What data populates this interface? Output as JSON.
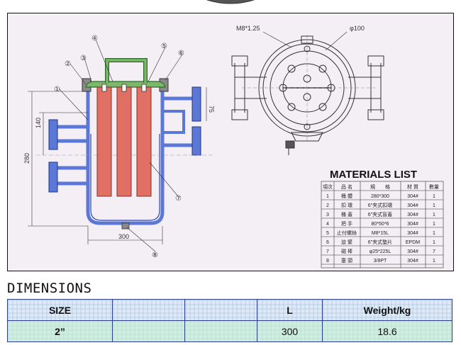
{
  "drawing": {
    "callouts": [
      "①",
      "②",
      "③",
      "④",
      "⑤",
      "⑥",
      "⑦",
      "⑧"
    ],
    "dimensions": {
      "height_140": "140",
      "height_280": "280",
      "dim_75": "75",
      "width_300": "300"
    },
    "flange_view": {
      "bolt_label": "M8*1.25",
      "diameter_label": "φ100"
    },
    "colors": {
      "body_blue": "#5b78d6",
      "basket_red": "#e07064",
      "handle_green": "#7bb86a",
      "ring_gray": "#8a8a8a"
    }
  },
  "materials": {
    "title": "MATERIALS LIST",
    "headers": [
      "項次",
      "品 名",
      "規　　格",
      "材 質",
      "數量"
    ],
    "rows": [
      [
        "1",
        "桶 體",
        "280*300",
        "304#",
        "1"
      ],
      [
        "2",
        "扣 環",
        "6\"夹式扣環",
        "304#",
        "1"
      ],
      [
        "3",
        "桶 蓋",
        "6\"夹式盲蓋",
        "304#",
        "1"
      ],
      [
        "4",
        "把 手",
        "80*50*6",
        "304#",
        "1"
      ],
      [
        "5",
        "止付螺絲",
        "M8*15L",
        "304#",
        "1"
      ],
      [
        "6",
        "迫 緊",
        "6\"夹式墊片",
        "EPDM",
        "1"
      ],
      [
        "7",
        "磁 棒",
        "φ25*225L",
        "304#",
        "7"
      ],
      [
        "8",
        "塞 頭",
        "3/8PT",
        "304#",
        "1"
      ]
    ]
  },
  "dimensions_section": {
    "title": "DIMENSIONS",
    "headers": [
      "SIZE",
      "",
      "",
      "L",
      "Weight/kg"
    ],
    "row": [
      "2”",
      "",
      "",
      "300",
      "18.6"
    ]
  }
}
